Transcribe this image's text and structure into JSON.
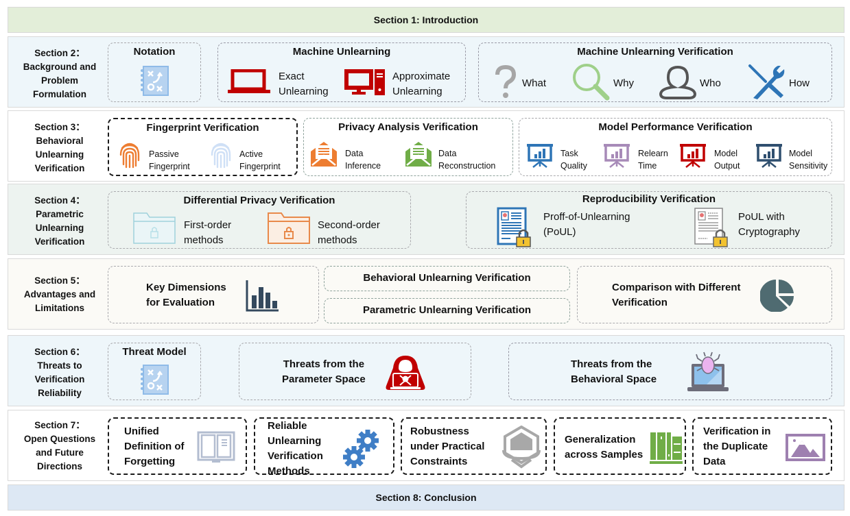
{
  "section1": {
    "label": "Section 1: Introduction"
  },
  "section2": {
    "label_lines": [
      "Section 2：",
      "Background and",
      "Problem",
      "Formulation"
    ],
    "notation": {
      "title": "Notation",
      "icon": "notation-icon"
    },
    "machine_unlearning": {
      "title": "Machine Unlearning",
      "items": [
        {
          "lines": [
            "Exact",
            "Unlearning"
          ],
          "icon": "laptop-icon"
        },
        {
          "lines": [
            "Approximate",
            "Unlearning"
          ],
          "icon": "desktop-icon"
        }
      ]
    },
    "verification": {
      "title": "Machine Unlearning Verification",
      "items": [
        {
          "label": "What",
          "icon": "question-icon"
        },
        {
          "label": "Why",
          "icon": "magnifier-icon"
        },
        {
          "label": "Who",
          "icon": "user-icon"
        },
        {
          "label": "How",
          "icon": "tools-icon"
        }
      ]
    }
  },
  "section3": {
    "label_lines": [
      "Section 3：",
      "Behavioral",
      "Unlearning",
      "Verification"
    ],
    "fingerprint": {
      "title": "Fingerprint Verification",
      "items": [
        {
          "lines": [
            "Passive",
            "Fingerprint"
          ],
          "icon": "fingerprint-icon"
        },
        {
          "lines": [
            "Active",
            "Fingerprint"
          ],
          "icon": "fingerprint-icon"
        }
      ]
    },
    "privacy": {
      "title": "Privacy Analysis Verification",
      "items": [
        {
          "lines": [
            "Data",
            "Inference"
          ],
          "icon": "mail-icon"
        },
        {
          "lines": [
            "Data",
            "Reconstruction"
          ],
          "icon": "mail-icon"
        }
      ]
    },
    "performance": {
      "title": "Model Performance Verification",
      "items": [
        {
          "lines": [
            "Task",
            "Quality"
          ],
          "icon": "presentation-chart-icon"
        },
        {
          "lines": [
            "Relearn",
            "Time"
          ],
          "icon": "presentation-chart-icon"
        },
        {
          "lines": [
            "Model",
            "Output"
          ],
          "icon": "presentation-chart-icon"
        },
        {
          "lines": [
            "Model",
            "Sensitivity"
          ],
          "icon": "presentation-chart-icon"
        }
      ]
    }
  },
  "section4": {
    "label_lines": [
      "Section 4：",
      "Parametric",
      "Unlearning",
      "Verification"
    ],
    "dp": {
      "title": "Differential Privacy Verification",
      "items": [
        {
          "lines": [
            "First-order",
            "methods"
          ],
          "icon": "locked-folder-icon"
        },
        {
          "lines": [
            "Second-order",
            "methods"
          ],
          "icon": "locked-folder-icon"
        }
      ]
    },
    "repro": {
      "title": "Reproducibility Verification",
      "items": [
        {
          "lines": [
            "Proff-of-Unlearning",
            "(PoUL)"
          ],
          "icon": "locked-document-icon"
        },
        {
          "lines": [
            "PoUL with",
            "Cryptography"
          ],
          "icon": "locked-document-icon"
        }
      ]
    }
  },
  "section5": {
    "label_lines": [
      "Section 5：",
      "Advantages and",
      "Limitations"
    ],
    "key_dims": {
      "lines": [
        "Key Dimensions",
        "for Evaluation"
      ],
      "icon": "bar-chart-icon"
    },
    "behavioral": "Behavioral Unlearning Verification",
    "parametric": "Parametric Unlearning Verification",
    "comparison": {
      "lines": [
        "Comparison with Different",
        "Verification"
      ],
      "icon": "pie-chart-icon"
    }
  },
  "section6": {
    "label_lines": [
      "Section 6：",
      "Threats to",
      "Verification",
      "Reliability"
    ],
    "threat_model": {
      "title": "Threat Model",
      "icon": "notation-icon"
    },
    "param_space": {
      "lines": [
        "Threats from the",
        "Parameter Space"
      ],
      "icon": "hacker-icon"
    },
    "behav_space": {
      "lines": [
        "Threats from the",
        "Behavioral Space"
      ],
      "icon": "bug-laptop-icon"
    }
  },
  "section7": {
    "label_lines": [
      "Section 7：",
      "Open Questions",
      "and Future",
      "Directions"
    ],
    "items": [
      {
        "lines": [
          "Unified",
          "Definition of",
          "Forgetting"
        ],
        "icon": "book-icon"
      },
      {
        "lines": [
          "Reliable",
          "Unlearning",
          "Verification",
          "Methods"
        ],
        "icon": "gears-icon"
      },
      {
        "lines": [
          "Robustness",
          "under Practical",
          "Constraints"
        ],
        "icon": "shield-icon"
      },
      {
        "lines": [
          "Generalization",
          "across Samples"
        ],
        "icon": "books-icon"
      },
      {
        "lines": [
          "Verification in",
          "the Duplicate",
          "Data"
        ],
        "icon": "image-icon"
      }
    ]
  },
  "section8": {
    "label": "Section 8: Conclusion"
  },
  "colors": {
    "intro_bg": "#e3eed9",
    "sec2_bg": "#eef6fa",
    "sec3_bg": "#ffffff",
    "sec4_bg": "#edf3f0",
    "sec5_bg": "#fbfaf6",
    "sec6_bg": "#eef6fa",
    "sec7_bg": "#ffffff",
    "conclusion_bg": "#dde8f4",
    "red": "#c00000",
    "orange": "#ed7d31",
    "green": "#70ad47",
    "blue": "#2e75b6",
    "purple": "#9e80b0",
    "navy": "#2f4f6f"
  }
}
